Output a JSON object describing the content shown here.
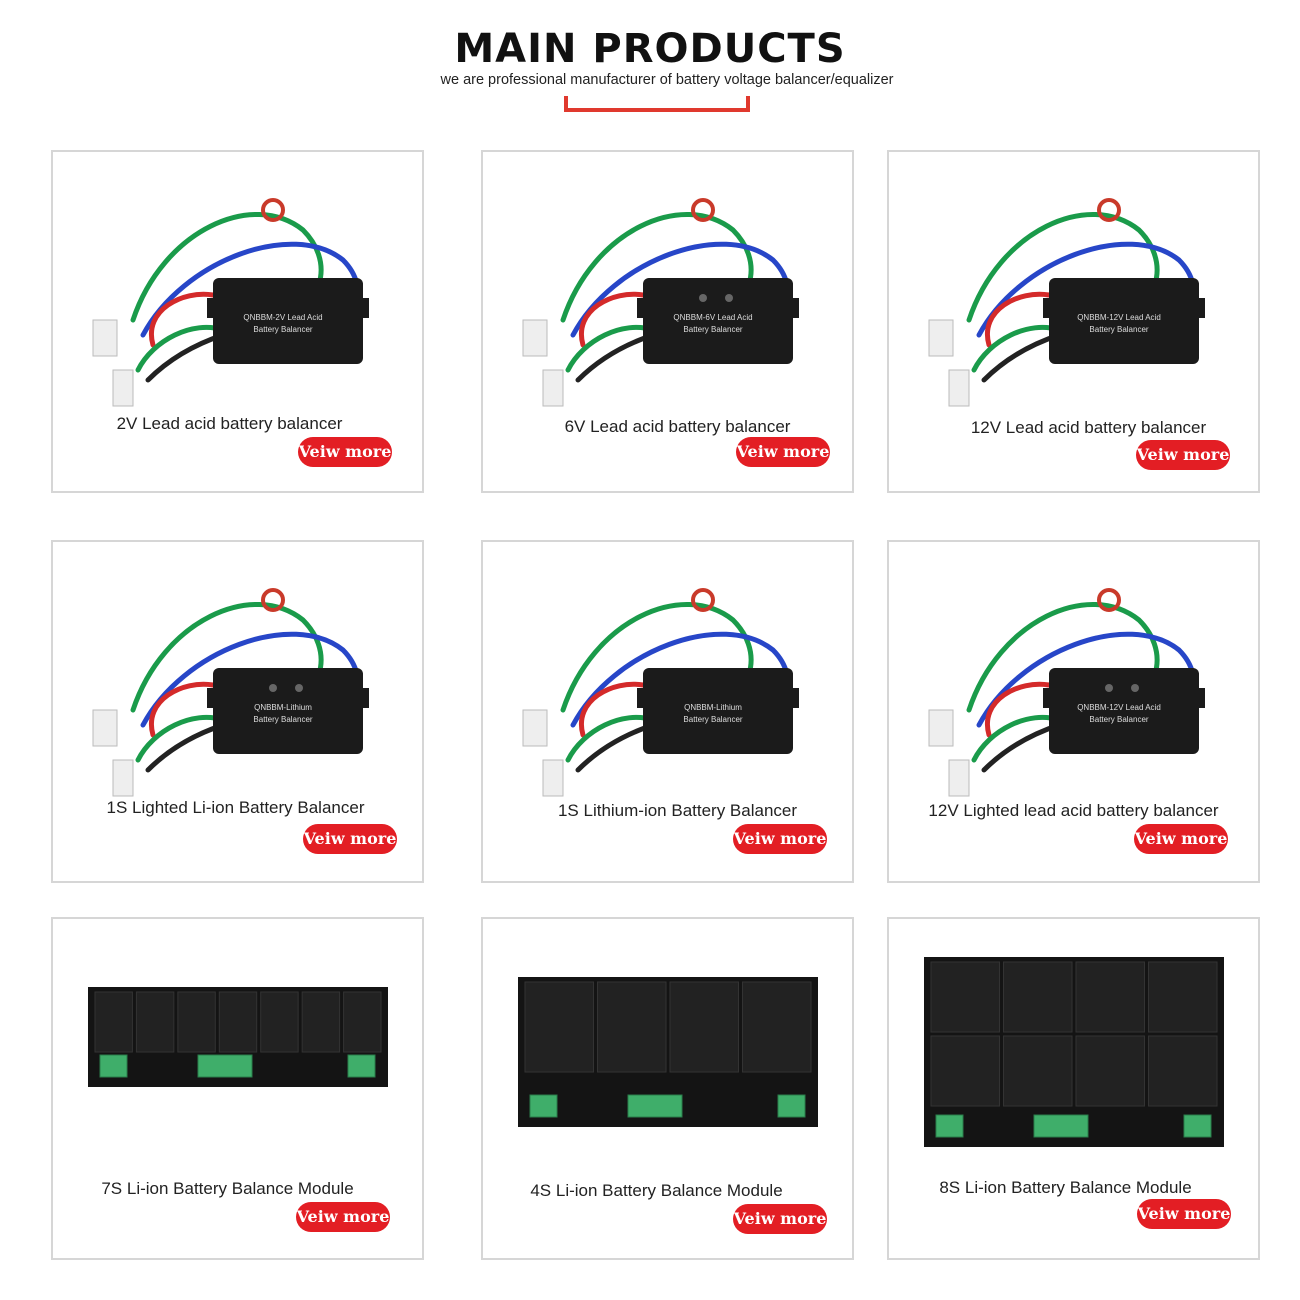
{
  "header": {
    "title": "MAIN PRODUCTS",
    "subtitle": "we are professional manufacturer of battery voltage balancer/equalizer"
  },
  "colors": {
    "accent": "#e31e24",
    "bracket": "#e0392e",
    "border": "#d6d6d6"
  },
  "products": [
    {
      "name": "2V Lead acid battery balancer",
      "button": "Veiw more",
      "device_text": [
        "QNBBM-2V Lead Acid",
        "Battery Balancer"
      ],
      "kind": "box"
    },
    {
      "name": "6V Lead acid battery balancer",
      "button": "Veiw more",
      "device_text": [
        "QNBBM-6V Lead Acid",
        "Battery Balancer"
      ],
      "kind": "box-led"
    },
    {
      "name": "12V Lead acid battery balancer",
      "button": "Veiw more",
      "device_text": [
        "QNBBM-12V Lead Acid",
        "Battery Balancer"
      ],
      "kind": "box"
    },
    {
      "name": "1S Lighted Li-ion Battery Balancer",
      "button": "Veiw more",
      "device_text": [
        "QNBBM-Lithium",
        "Battery Balancer"
      ],
      "kind": "box-led"
    },
    {
      "name": "1S Lithium-ion Battery Balancer",
      "button": "Veiw more",
      "device_text": [
        "QNBBM-Lithium",
        "Battery Balancer"
      ],
      "kind": "box"
    },
    {
      "name": "12V Lighted lead acid battery balancer",
      "button": "Veiw more",
      "device_text": [
        "QNBBM-12V Lead Acid",
        "Battery Balancer"
      ],
      "kind": "box-led"
    },
    {
      "name": "7S Li-ion Battery Balance Module",
      "button": "Veiw more",
      "device_text": [],
      "kind": "board7"
    },
    {
      "name": "4S Li-ion Battery Balance Module",
      "button": "Veiw more",
      "device_text": [],
      "kind": "board4"
    },
    {
      "name": "8S Li-ion Battery Balance Module",
      "button": "Veiw more",
      "device_text": [],
      "kind": "board8"
    }
  ]
}
